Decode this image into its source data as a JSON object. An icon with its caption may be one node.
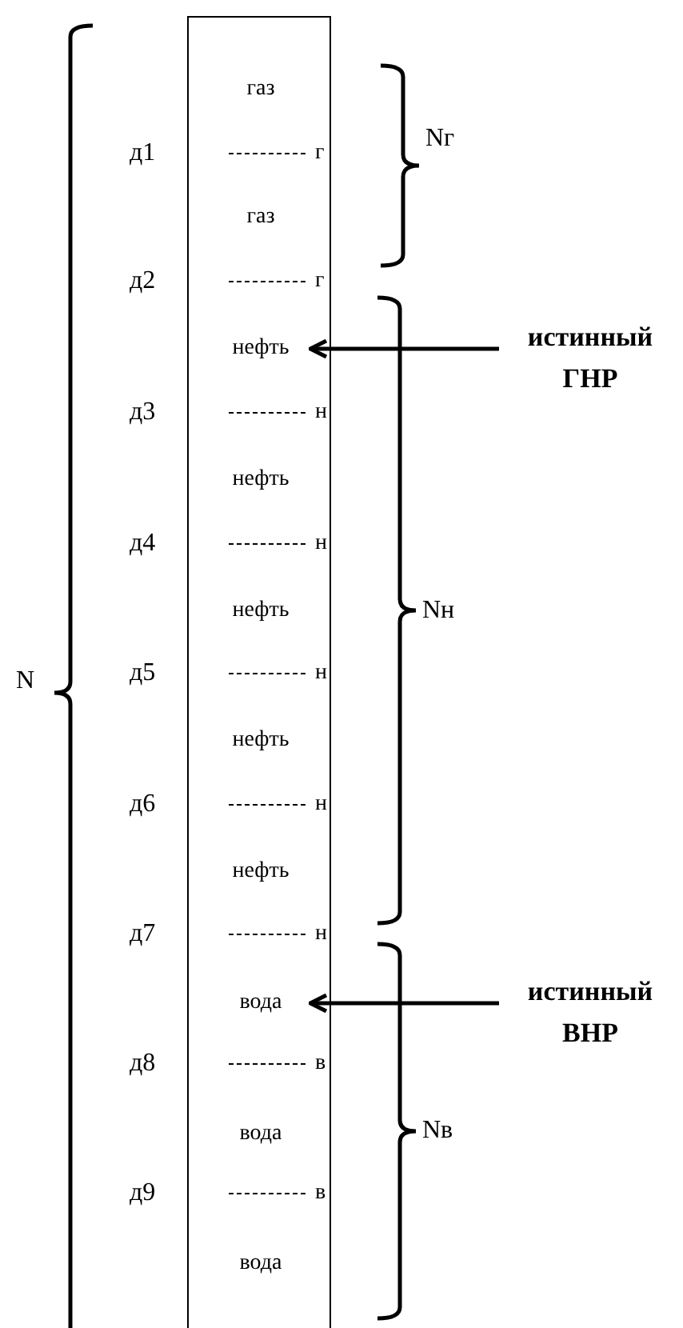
{
  "diagram": {
    "nodes": [
      {
        "text": [],
        "shape": "box"
      },
      {
        "text": [
          "газ"
        ],
        "in": 0
      },
      {
        "text": [
          "газ"
        ],
        "in": 0
      },
      {
        "text": [
          "нефть"
        ],
        "in": 0
      },
      {
        "text": [
          "нефть"
        ],
        "in": 0
      },
      {
        "text": [
          "нефть"
        ],
        "in": 0
      },
      {
        "text": [
          "нефть"
        ],
        "in": 0
      },
      {
        "text": [
          "нефть"
        ],
        "in": 0
      },
      {
        "text": [
          "вода"
        ],
        "in": 0
      },
      {
        "text": [
          "вода"
        ],
        "in": 0
      },
      {
        "text": [
          "вода"
        ],
        "in": 0
      },
      {
        "text": [
          "истинный ГНР"
        ]
      },
      {
        "text": [
          "истинный ВНР"
        ]
      }
    ],
    "edges": [
      {
        "from": 11,
        "to": 3,
        "arrow": "to"
      },
      {
        "from": 12,
        "to": 8,
        "arrow": "to"
      }
    ],
    "labels": [
      "Nг",
      "д1",
      "г",
      "д2",
      "г",
      "д3",
      "н",
      "д4",
      "н",
      "Nн",
      "N",
      "д5",
      "н",
      "д6",
      "н",
      "д7",
      "н",
      "д8",
      "в",
      "Nв",
      "д9",
      "в"
    ]
  }
}
